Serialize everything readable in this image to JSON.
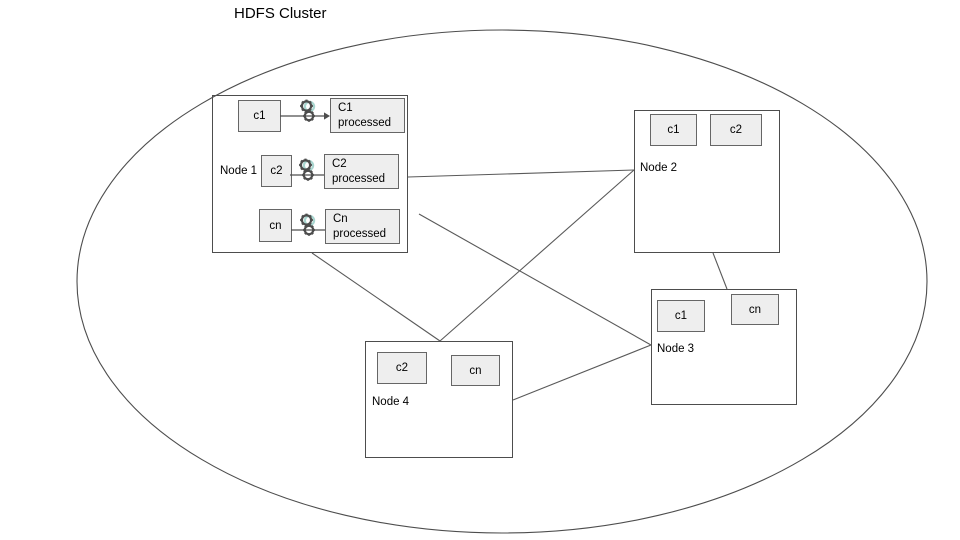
{
  "title": "HDFS Cluster",
  "cluster": {
    "shape": "ellipse",
    "border_color": "#4d4d4d"
  },
  "colors": {
    "box_fill": "#eeeeee",
    "box_border": "#666666",
    "line": "#595959",
    "text": "#000000",
    "gear_dark": "#4d4d4d",
    "gear_accent": "#a8d5cf"
  },
  "nodes": [
    {
      "id": "node1",
      "label": "Node 1",
      "rows": [
        {
          "input": "c1",
          "output_line1": "C1",
          "output_line2": "processed",
          "icon": "gears-icon",
          "arrow": "arrow-right-icon"
        },
        {
          "input": "c2",
          "output_line1": "C2",
          "output_line2": "processed",
          "icon": "gears-icon",
          "arrow": "arrow-right-icon"
        },
        {
          "input": "cn",
          "output_line1": "Cn",
          "output_line2": "processed",
          "icon": "gears-icon",
          "arrow": "arrow-right-icon"
        }
      ]
    },
    {
      "id": "node2",
      "label": "Node 2",
      "chunks": [
        "c1",
        "c2"
      ]
    },
    {
      "id": "node3",
      "label": "Node 3",
      "chunks": [
        "c1",
        "cn"
      ]
    },
    {
      "id": "node4",
      "label": "Node 4",
      "chunks": [
        "c2",
        "cn"
      ]
    }
  ],
  "connections": [
    {
      "from": "node1",
      "to": "node2"
    },
    {
      "from": "node1",
      "to": "node3"
    },
    {
      "from": "node1",
      "to": "node4"
    },
    {
      "from": "node2",
      "to": "node3"
    },
    {
      "from": "node2",
      "to": "node4"
    },
    {
      "from": "node3",
      "to": "node4"
    }
  ]
}
